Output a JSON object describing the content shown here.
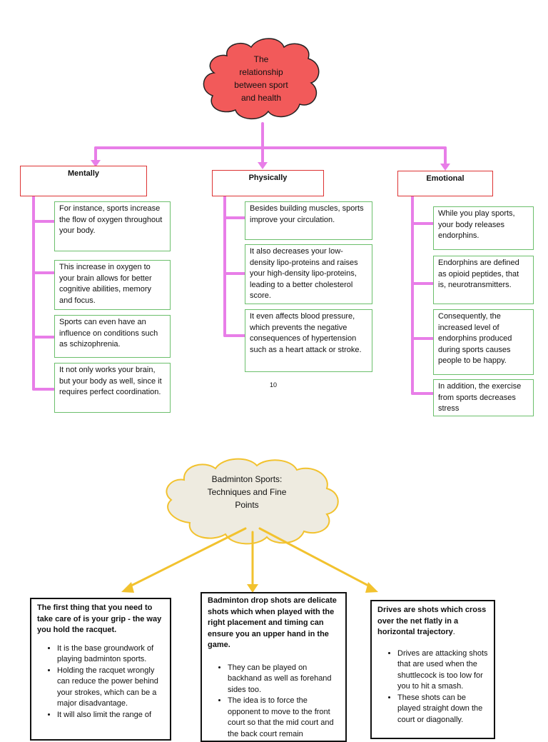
{
  "diagram1": {
    "cloud_text": [
      "The",
      "relationship",
      "between sport",
      "and health"
    ],
    "categories": [
      {
        "title": "Mentally",
        "items": [
          "For instance, sports increase the flow of oxygen throughout your body.",
          " This increase in oxygen to your brain allows for better cognitive abilities, memory and focus.",
          "Sports can even have an influence on conditions such as schizophrenia.",
          "It not only works your brain, but your body as well, since it requires perfect coordination."
        ]
      },
      {
        "title": "Physically",
        "items": [
          "Besides building muscles, sports improve your circulation.",
          "It also decreases your low-density lipo-proteins and raises your high-density lipo-proteins, leading to a better cholesterol score.",
          "It even affects blood pressure, which prevents the negative consequences of hypertension such as a heart attack or stroke."
        ]
      },
      {
        "title": "Emotional",
        "items": [
          "While you play sports, your body releases endorphins.",
          "Endorphins are defined as opioid peptides, that is, neurotransmitters.",
          "Consequently, the increased level of endorphins produced during sports causes people to be happy.",
          " In addition, the exercise from sports decreases stress"
        ]
      }
    ],
    "page_number": "10"
  },
  "diagram2": {
    "cloud_text": [
      "Badminton Sports:",
      "Techniques and Fine",
      "Points"
    ],
    "boxes": [
      {
        "lead": "The first thing that you need to take care of is your grip - the way you hold the racquet.",
        "bullets": [
          "It is the base groundwork of playing badminton sports.",
          "Holding the racquet wrongly can reduce the power behind your strokes, which can be a major disadvantage.",
          "It will also limit the range of"
        ]
      },
      {
        "lead": "Badminton drop shots are delicate shots which when played with the right placement and timing can ensure you an upper hand in the game.",
        "bullets": [
          "They can be played on backhand as well as forehand sides too.",
          "The idea is to force the opponent to move to the front court so that the mid court and the back court remain"
        ]
      },
      {
        "lead": "Drives are shots which cross over the net flatly in a horizontal trajectory",
        "lead_suffix": ".",
        "bullets": [
          "Drives are attacking shots that are used when the shuttlecock is too low for you to hit a smash.",
          "These shots can be played straight down the court or diagonally."
        ]
      }
    ]
  },
  "colors": {
    "red_cloud": "#f25a5a",
    "cream_cloud": "#eeebe0",
    "pink_connector": "#e87ee8",
    "yellow_arrow": "#f2c22e",
    "green_border": "#6cbf6c",
    "red_border": "#d33333"
  }
}
